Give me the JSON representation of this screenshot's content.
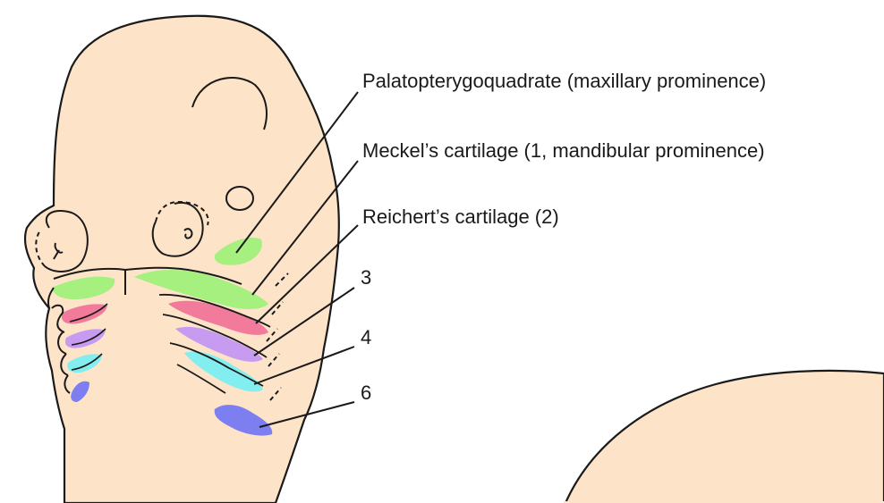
{
  "labels": {
    "palatopterygoquadrate": "Palatopterygoquadrate (maxillary prominence)",
    "meckel": "Meckel’s cartilage (1, mandibular prominence)",
    "reichert": "Reichert’s cartilage (2)",
    "arch3": "3",
    "arch4": "4",
    "arch6": "6"
  },
  "colors": {
    "skin": "#fde3c8",
    "outline": "#1a1a1a",
    "arch1_green": "#a6f07f",
    "arch2_pink": "#f27a9b",
    "arch3_lilac": "#c79bf0",
    "arch4_cyan": "#83eef0",
    "arch6_blue": "#7d7ef0"
  }
}
